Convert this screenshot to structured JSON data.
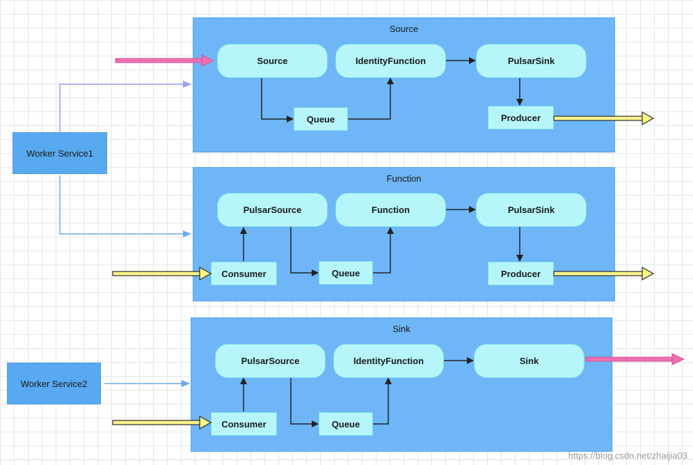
{
  "panels": {
    "source": {
      "title": "Source"
    },
    "function": {
      "title": "Function"
    },
    "sink": {
      "title": "Sink"
    }
  },
  "source_panel": {
    "source": "Source",
    "identity": "IdentityFunction",
    "pulsar_sink": "PulsarSink",
    "queue": "Queue",
    "producer": "Producer"
  },
  "function_panel": {
    "pulsar_source": "PulsarSource",
    "function": "Function",
    "pulsar_sink": "PulsarSink",
    "consumer": "Consumer",
    "queue": "Queue",
    "producer": "Producer"
  },
  "sink_panel": {
    "pulsar_source": "PulsarSource",
    "identity": "IdentityFunction",
    "sink": "Sink",
    "consumer": "Consumer",
    "queue": "Queue"
  },
  "workers": {
    "worker1": "Worker Service1",
    "worker2": "Worker Service2"
  },
  "watermark": "https://blog.csdn.net/zhaijia03",
  "colors": {
    "panel": "#6eb6f7",
    "node": "#b6f6fb",
    "worker": "#58a9ef",
    "pink_arrow": "#ee6fb2",
    "yellow_arrow": "#fbf58a"
  }
}
